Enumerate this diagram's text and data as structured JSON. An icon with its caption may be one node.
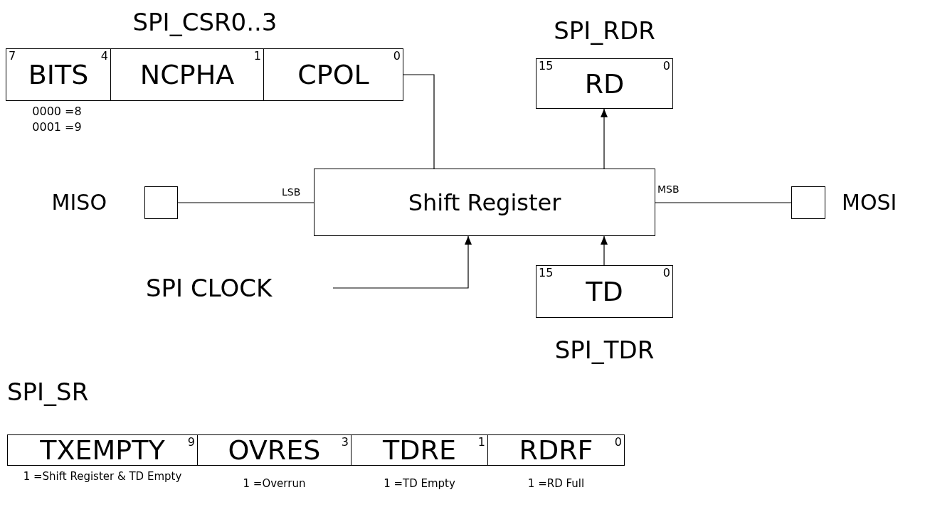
{
  "diagram": {
    "nodes": [
      {
        "text": [
          "SPI_CSR0..3"
        ]
      },
      {
        "text": [
          "7",
          "BITS",
          "4"
        ],
        "in": 0,
        "beside": [
          "0000 =8",
          "0001 =9"
        ]
      },
      {
        "text": [
          "NCPHA",
          "1"
        ],
        "in": 0
      },
      {
        "text": [
          "CPOL",
          "0"
        ],
        "in": 0
      },
      {
        "text": [
          "SPI_RDR",
          "15",
          "RD",
          "0"
        ]
      },
      {
        "text": [
          "Shift Register"
        ]
      },
      {
        "text": [],
        "shape": "box",
        "beside": [
          "MISO"
        ]
      },
      {
        "text": [],
        "shape": "box",
        "beside": [
          "MOSI"
        ]
      },
      {
        "text": [
          "SPI CLOCK"
        ]
      },
      {
        "text": [
          "15",
          "TD",
          "0",
          "SPI_TDR"
        ]
      },
      {
        "text": [
          "SPI_SR"
        ]
      },
      {
        "text": [
          "TXEMPTY",
          "9"
        ],
        "in": 10,
        "beside": [
          "1 =Shift Register & TD Empty"
        ]
      },
      {
        "text": [
          "OVRES",
          "3"
        ],
        "in": 10,
        "beside": [
          "1 =Overrun"
        ]
      },
      {
        "text": [
          "TDRE",
          "1"
        ],
        "in": 10,
        "beside": [
          "1 =TD Empty"
        ]
      },
      {
        "text": [
          "RDRF",
          "0"
        ],
        "in": 10,
        "beside": [
          "1 =RD Full"
        ]
      }
    ],
    "edges": [
      {
        "from": 3,
        "to": 5,
        "arrow": "none"
      },
      {
        "from": 5,
        "to": 4,
        "arrow": "to"
      },
      {
        "from": 6,
        "to": 5,
        "arrow": "none",
        "label": "LSB"
      },
      {
        "from": 5,
        "to": 7,
        "arrow": "none",
        "label": "MSB"
      },
      {
        "from": 8,
        "to": 5,
        "arrow": "to"
      },
      {
        "from": 9,
        "to": 5,
        "arrow": "to"
      }
    ]
  }
}
